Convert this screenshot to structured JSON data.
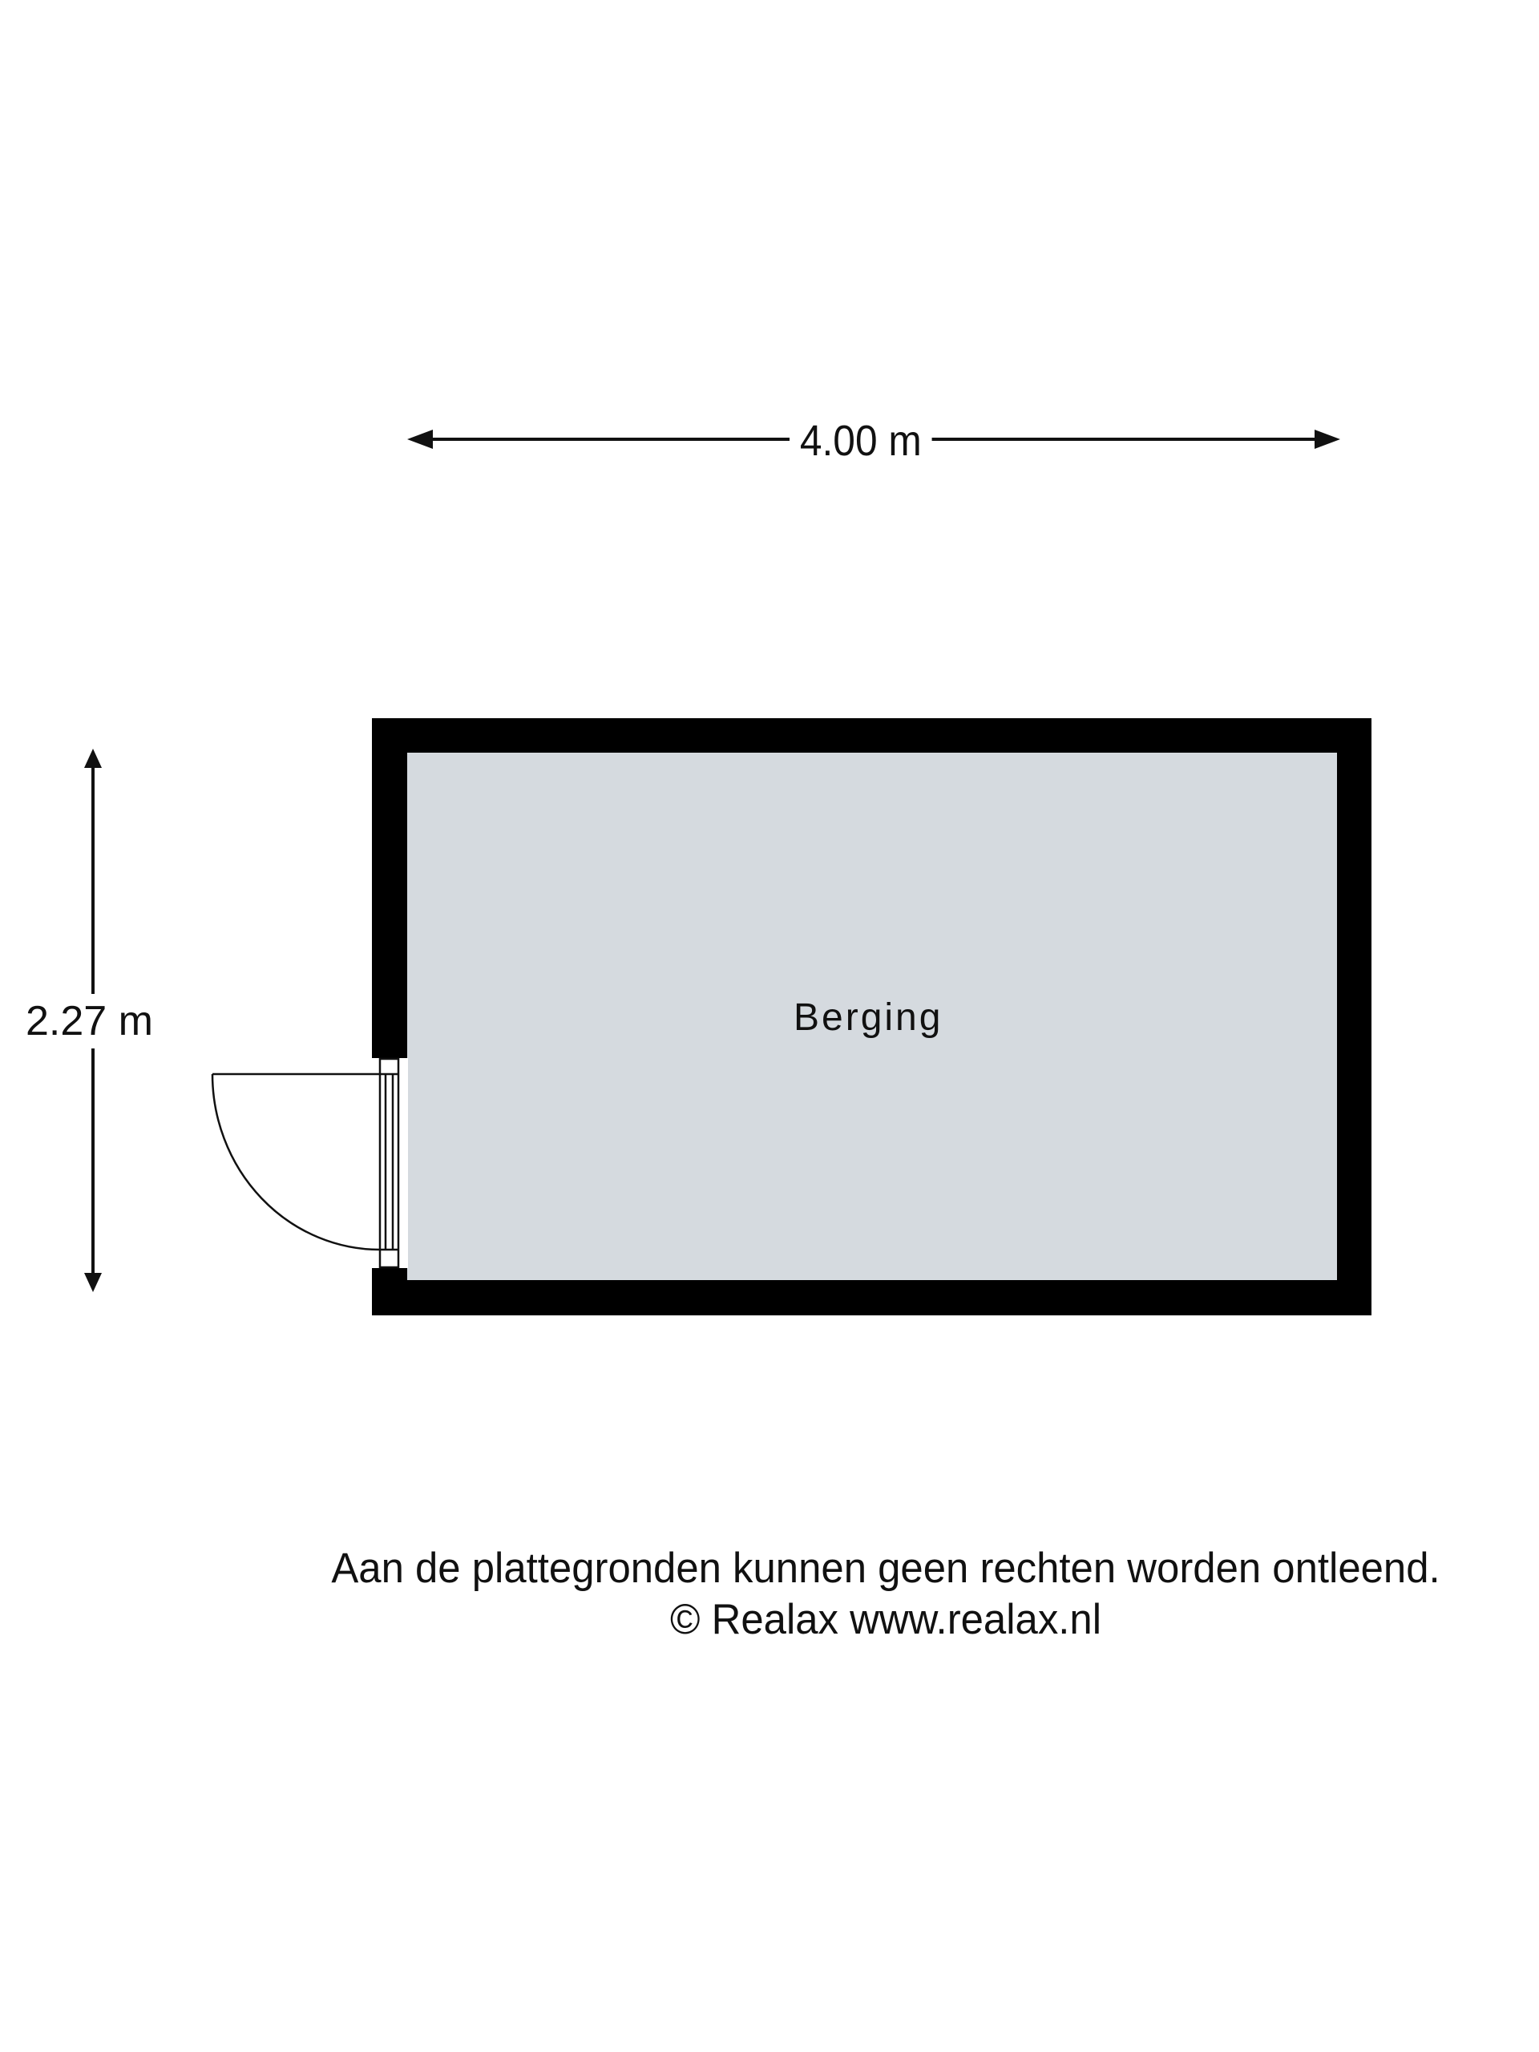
{
  "floorplan": {
    "room": {
      "name": "Berging",
      "floor_color": "#D5DADF",
      "wall_color": "#000000"
    },
    "dimensions": {
      "width": "4.00 m",
      "height": "2.27 m"
    },
    "door": {
      "side": "left",
      "swing": "outward"
    }
  },
  "footer": {
    "disclaimer": "Aan de plattegronden kunnen geen rechten worden ontleend.",
    "copyright": "© Realax www.realax.nl"
  }
}
